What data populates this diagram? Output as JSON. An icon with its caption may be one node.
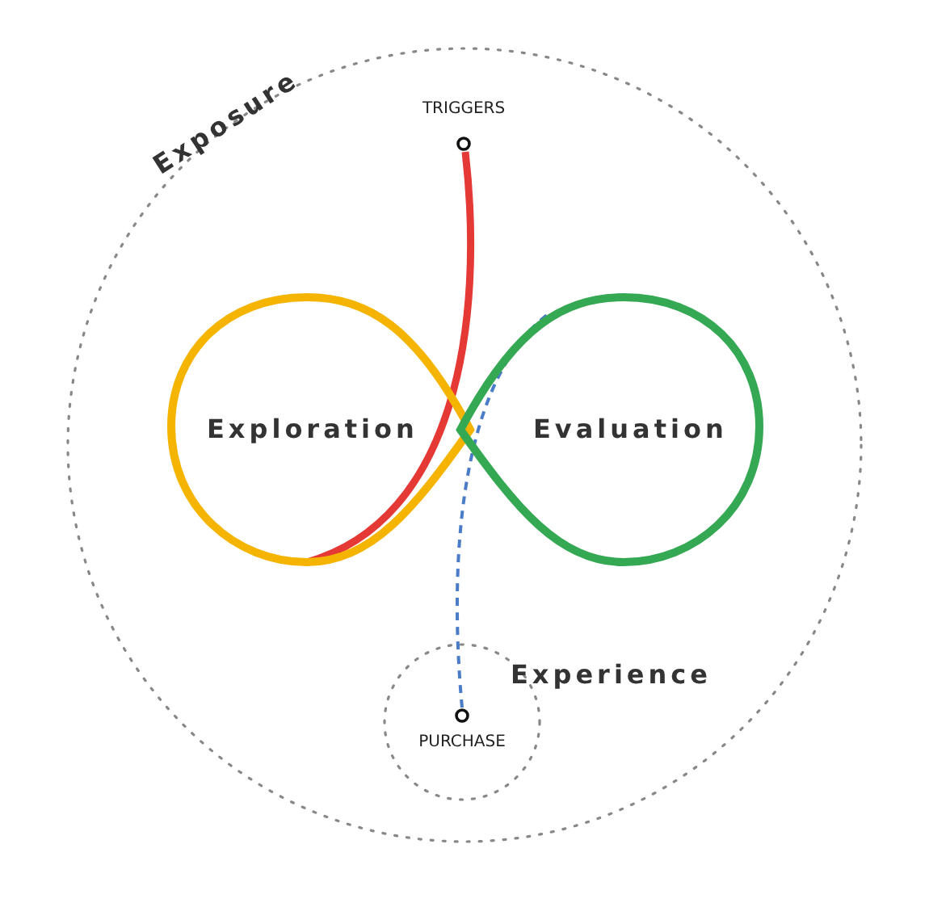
{
  "diagram": {
    "nodes": [
      {
        "text": [
          "Exposure"
        ]
      },
      {
        "text": [
          "TRIGGERS"
        ],
        "in": 0
      },
      {
        "text": [
          "Exploration"
        ],
        "in": 0
      },
      {
        "text": [
          "Evaluation"
        ],
        "in": 0
      },
      {
        "text": [
          "Experience"
        ],
        "in": 0
      },
      {
        "text": [
          "PURCHASE"
        ],
        "in": 4
      }
    ],
    "edges": [
      {
        "from": 1,
        "to": 2,
        "arrow": "none",
        "style": "thick",
        "color": "#e53935"
      },
      {
        "from": 5,
        "to": 3,
        "arrow": "none",
        "style": "dashed",
        "color": "#4a7cc7"
      }
    ]
  }
}
